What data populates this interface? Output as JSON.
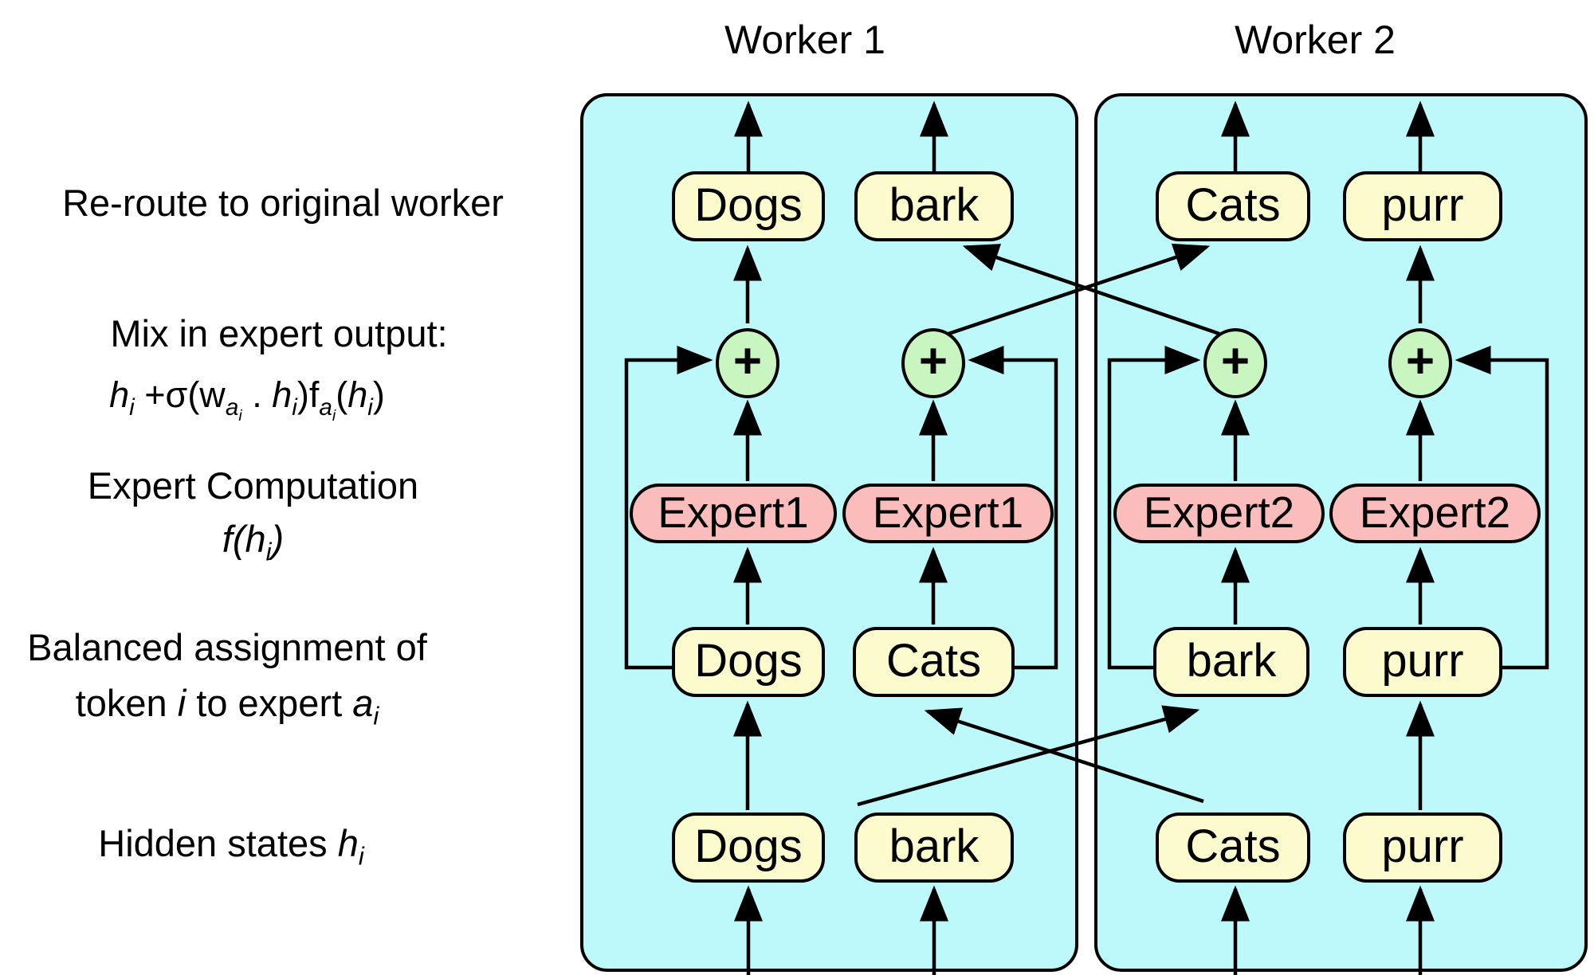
{
  "colors": {
    "background": "#FFFFFF",
    "panel_fill": "#BDF8FB",
    "token_fill": "#FBFBCE",
    "expert_fill": "#FBBDBB",
    "plus_fill": "#C9F6C0",
    "stroke": "#000000"
  },
  "side_labels": {
    "reroute": "Re-route to original worker",
    "mix_title": "Mix in expert output:",
    "mix_formula_html": "<i>h</i><sub><i>i</i></sub> +&sigma;(w<sub><i>a</i><sub><i>i</i></sub></sub> . <i>h</i><sub><i>i</i></sub>)f<sub><i>a</i><sub><i>i</i></sub></sub>(<i>h</i><sub><i>i</i></sub>)",
    "expert_computation": "Expert Computation",
    "expert_computation_formula_html": "<i>f(h<sub>i</sub>)</i>",
    "balanced_line1": "Balanced assignment of",
    "balanced_line2_html": "token <i>i</i> to expert <i>a</i><sub><i>i</i></sub>",
    "hidden_states_html": "Hidden states <i>h</i><sub><i>i</i></sub>"
  },
  "workers": [
    {
      "title": "Worker 1",
      "plus": "+",
      "top_tokens": [
        "Dogs",
        "bark"
      ],
      "experts": [
        "Expert1",
        "Expert1"
      ],
      "assign_tokens": [
        "Dogs",
        "Cats"
      ],
      "bottom_tokens": [
        "Dogs",
        "bark"
      ]
    },
    {
      "title": "Worker 2",
      "plus": "+",
      "top_tokens": [
        "Cats",
        "purr"
      ],
      "experts": [
        "Expert2",
        "Expert2"
      ],
      "assign_tokens": [
        "bark",
        "purr"
      ],
      "bottom_tokens": [
        "Cats",
        "purr"
      ]
    }
  ]
}
